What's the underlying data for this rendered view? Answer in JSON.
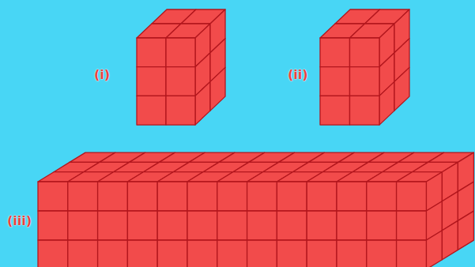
{
  "diagram": {
    "labels": [
      "(i)",
      "(ii)",
      "(iii)"
    ]
  }
}
